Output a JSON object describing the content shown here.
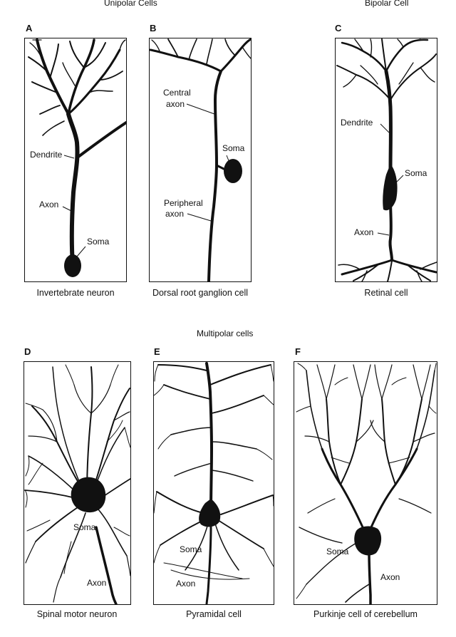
{
  "headers": {
    "unipolar": "Unipolar Cells",
    "bipolar": "Bipolar Cell",
    "multipolar": "Multipolar cells"
  },
  "panels": {
    "A": {
      "letter": "A",
      "caption": "Invertebrate neuron",
      "labels": {
        "dendrite": "Dendrite",
        "axon": "Axon",
        "soma": "Soma"
      }
    },
    "B": {
      "letter": "B",
      "caption": "Dorsal root ganglion cell",
      "labels": {
        "central1": "Central",
        "central2": "axon",
        "soma": "Soma",
        "peripheral1": "Peripheral",
        "peripheral2": "axon"
      }
    },
    "C": {
      "letter": "C",
      "caption": "Retinal cell",
      "labels": {
        "dendrite": "Dendrite",
        "soma": "Soma",
        "axon": "Axon"
      }
    },
    "D": {
      "letter": "D",
      "caption": "Spinal motor neuron",
      "labels": {
        "soma": "Soma",
        "axon": "Axon"
      }
    },
    "E": {
      "letter": "E",
      "caption": "Pyramidal cell",
      "labels": {
        "soma": "Soma",
        "axon": "Axon"
      }
    },
    "F": {
      "letter": "F",
      "caption": "Purkinje cell of cerebellum",
      "labels": {
        "soma": "Soma",
        "axon": "Axon"
      }
    }
  }
}
